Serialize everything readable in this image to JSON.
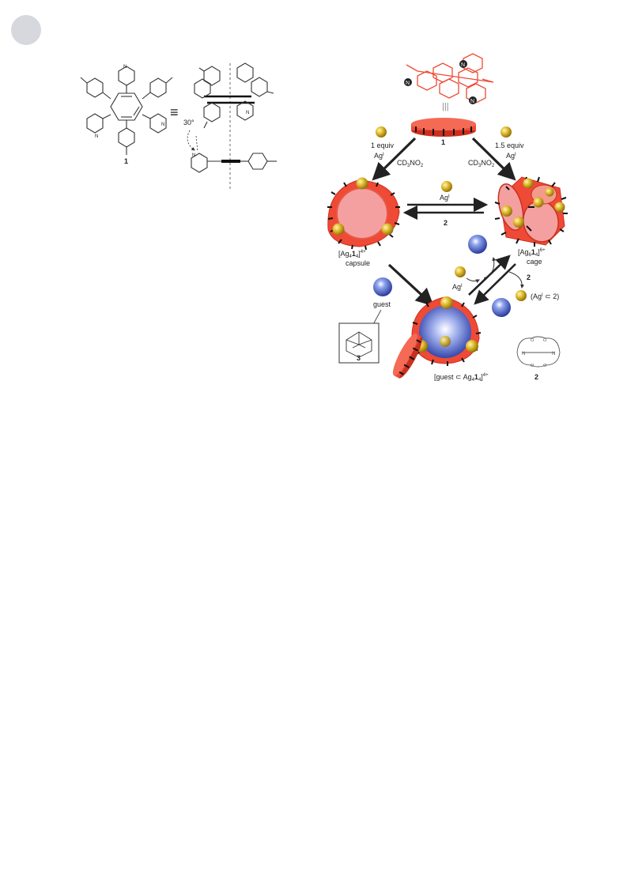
{
  "figure": {
    "compound_label": "1",
    "angle_label": "30°",
    "equiv_symbol": "≡",
    "n_atom": "N",
    "parallel_symbol": "|||",
    "center_ring_label": "1",
    "left_arrow": {
      "amount": "1 equiv",
      "reagent": "Ag",
      "reagent_sup": "I",
      "solvent": "CD",
      "solvent_sub1": "3",
      "solvent_mid": "NO",
      "solvent_sub2": "2"
    },
    "right_arrow": {
      "amount": "1.5 equiv",
      "reagent": "Ag",
      "reagent_sup": "I",
      "solvent": "CD",
      "solvent_sub1": "3",
      "solvent_mid": "NO",
      "solvent_sub2": "2"
    },
    "equilibrium_top": {
      "forward": "Ag",
      "forward_sup": "I",
      "reverse": "2"
    },
    "capsule": {
      "formula_main": "[Ag",
      "formula_sub1": "4",
      "formula_bold": "1",
      "formula_sub2": "4",
      "formula_end": "]",
      "charge": "4+",
      "name": "capsule"
    },
    "cage": {
      "formula_main": "[Ag",
      "formula_sub1": "6",
      "formula_bold": "1",
      "formula_sub2": "4",
      "formula_end": "]",
      "charge": "6+",
      "name": "cage"
    },
    "equilibrium_right": {
      "reagent": "Ag",
      "reagent_sup": "I",
      "agent": "2",
      "complex_open": "(Ag",
      "complex_sup": "I",
      "complex_close": " ⊂ 2)"
    },
    "guest": {
      "label": "guest",
      "box_label": "3"
    },
    "complex": {
      "formula_open": "[guest ⊂ Ag",
      "formula_sub1": "4",
      "formula_bold": "1",
      "formula_sub2": "4",
      "formula_end": "]",
      "charge": "4+"
    },
    "crown": {
      "label": "2",
      "o_atom": "O",
      "n_atom": "N"
    },
    "colors": {
      "red": "#ef4a36",
      "pink": "#f5a0a0",
      "gold": "#d9b21f",
      "blue": "#2b47b5"
    }
  }
}
